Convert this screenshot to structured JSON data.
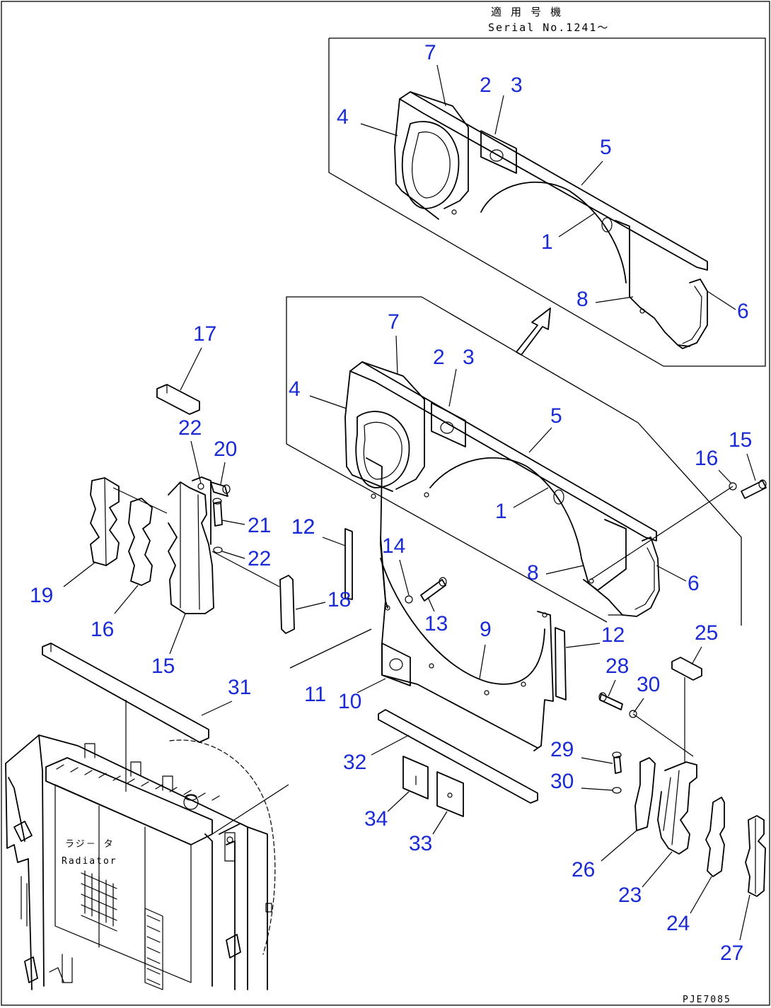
{
  "header_note": {
    "applicable_serial_jp": "適 用 号 機",
    "applicable_serial_en": "Serial No.1241～"
  },
  "labels": {
    "radiator_jp": "ラジ－ タ",
    "radiator_en": "Radiator",
    "drawing_code": "PJE7085"
  },
  "callouts": {
    "inset": {
      "c1": "1",
      "c2": "2",
      "c3": "3",
      "c4": "4",
      "c5": "5",
      "c6": "6",
      "c7": "7",
      "c8": "8"
    },
    "main": {
      "c1": "1",
      "c2": "2",
      "c3": "3",
      "c4": "4",
      "c5": "5",
      "c6": "6",
      "c7": "7",
      "c8": "8",
      "c9": "9",
      "c10": "10",
      "c11": "11",
      "c12a": "12",
      "c12b": "12",
      "c13": "13",
      "c14": "14",
      "c15a": "15",
      "c15b": "15",
      "c16a": "16",
      "c16b": "16",
      "c17": "17",
      "c18": "18",
      "c19": "19",
      "c20": "20",
      "c21": "21",
      "c22a": "22",
      "c22b": "22",
      "c23": "23",
      "c24": "24",
      "c25": "25",
      "c26": "26",
      "c27": "27",
      "c28": "28",
      "c29": "29",
      "c30a": "30",
      "c30b": "30",
      "c31": "31",
      "c32": "32",
      "c33": "33",
      "c34": "34"
    }
  },
  "colors": {
    "callout": "#1a2bd6",
    "linework": "#000000",
    "background": "#ffffff"
  }
}
